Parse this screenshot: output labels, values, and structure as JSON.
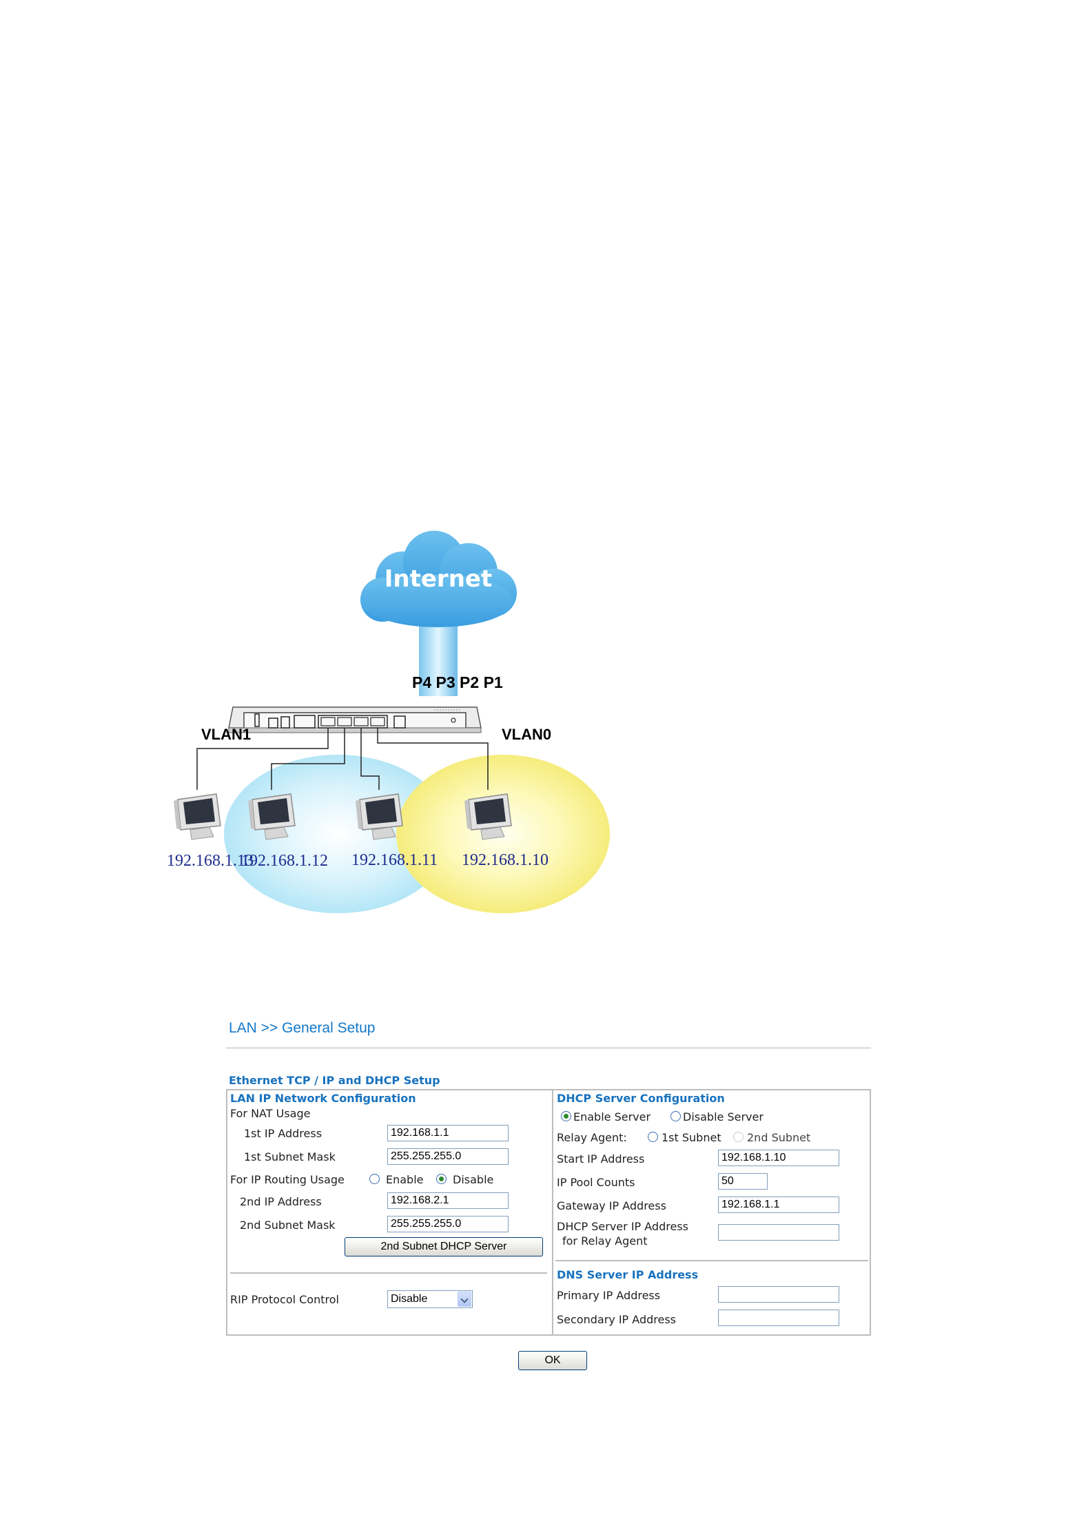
{
  "diagram": {
    "internet_label": "Internet",
    "ports": "P4 P3 P2 P1",
    "vlan_left": "VLAN1",
    "vlan_right": "VLAN0",
    "hosts": [
      "192.168.1.13",
      "192.168.1.12",
      "192.168.1.11",
      "192.168.1.10"
    ]
  },
  "page": {
    "breadcrumb": "LAN >> General Setup",
    "section_title": "Ethernet TCP / IP and DHCP Setup"
  },
  "lan_ip": {
    "heading": "LAN IP Network Configuration",
    "nat_usage": "For NAT Usage",
    "ip1_label": "1st  IP Address",
    "ip1_value": "192.168.1.1",
    "mask1_label": "1st  Subnet Mask",
    "mask1_value": "255.255.255.0",
    "routing_label": "For IP Routing Usage",
    "routing_enable": "Enable",
    "routing_disable": "Disable",
    "ip2_label": "2nd IP Address",
    "ip2_value": "192.168.2.1",
    "mask2_label": "2nd Subnet Mask",
    "mask2_value": "255.255.255.0",
    "dhcp2_button": "2nd Subnet DHCP Server",
    "rip_label": "RIP Protocol Control",
    "rip_value": "Disable"
  },
  "dhcp": {
    "heading": "DHCP Server Configuration",
    "enable_label": "Enable Server",
    "disable_label": "Disable Server",
    "relay_label": "Relay Agent:",
    "relay_1st": "1st Subnet",
    "relay_2nd": "2nd Subnet",
    "start_label": "Start IP Address",
    "start_value": "192.168.1.10",
    "pool_label": "IP Pool Counts",
    "pool_value": "50",
    "gateway_label": "Gateway IP Address",
    "gateway_value": "192.168.1.1",
    "relay_ip_label_1": "DHCP Server IP Address",
    "relay_ip_label_2": "for Relay Agent",
    "relay_ip_value": ""
  },
  "dns": {
    "heading": "DNS Server IP Address",
    "primary_label": "Primary IP Address",
    "primary_value": "",
    "secondary_label": "Secondary IP Address",
    "secondary_value": ""
  },
  "actions": {
    "ok": "OK"
  },
  "colors": {
    "accent": "#1872be",
    "vlan1": "#cdeefb",
    "vlan0": "#fbf5a6"
  }
}
